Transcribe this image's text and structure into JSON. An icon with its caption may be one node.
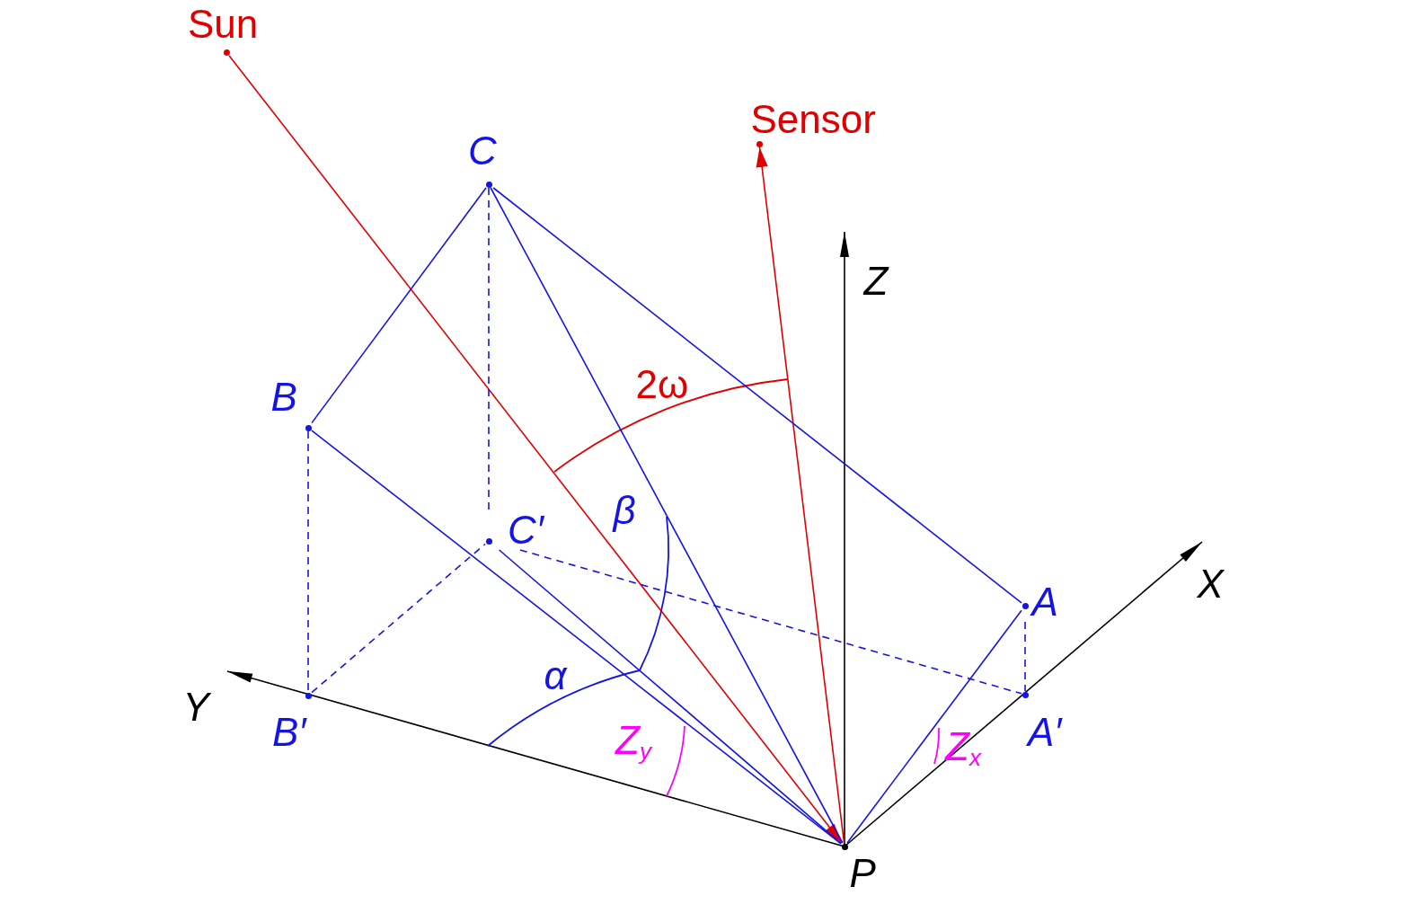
{
  "diagram": {
    "nodes": [
      {
        "text": [
          "Sun"
        ]
      },
      {
        "text": [
          "Sensor"
        ]
      },
      {
        "text": [
          "C"
        ]
      },
      {
        "text": [
          "B"
        ]
      },
      {
        "text": [
          "C′"
        ]
      },
      {
        "text": [
          "A"
        ]
      },
      {
        "text": [
          "A′"
        ]
      },
      {
        "text": [
          "B′"
        ]
      },
      {
        "text": [
          "P"
        ]
      }
    ],
    "edges": [
      {
        "from": 0,
        "to": 8,
        "arrow": "to",
        "color": "#e00000"
      },
      {
        "from": 8,
        "to": 1,
        "arrow": "to",
        "color": "#e00000"
      },
      {
        "from": 2,
        "to": 3,
        "arrow": "none"
      },
      {
        "from": 2,
        "to": 5,
        "arrow": "none"
      },
      {
        "from": 2,
        "to": 8,
        "arrow": "none"
      },
      {
        "from": 3,
        "to": 8,
        "arrow": "none"
      },
      {
        "from": 4,
        "to": 8,
        "arrow": "none"
      },
      {
        "from": 5,
        "to": 8,
        "arrow": "none"
      },
      {
        "from": 2,
        "to": 4,
        "arrow": "none",
        "style": "dashed"
      },
      {
        "from": 3,
        "to": 7,
        "arrow": "none",
        "style": "dashed"
      },
      {
        "from": 5,
        "to": 6,
        "arrow": "none",
        "style": "dashed"
      },
      {
        "from": 7,
        "to": 4,
        "arrow": "none",
        "style": "dashed"
      },
      {
        "from": 4,
        "to": 6,
        "arrow": "none",
        "style": "dashed"
      }
    ],
    "labels": [
      "Z",
      "2ω",
      "β",
      "X",
      "α",
      "Y",
      "Z$_{y}$",
      "Z$_{x}$"
    ]
  }
}
